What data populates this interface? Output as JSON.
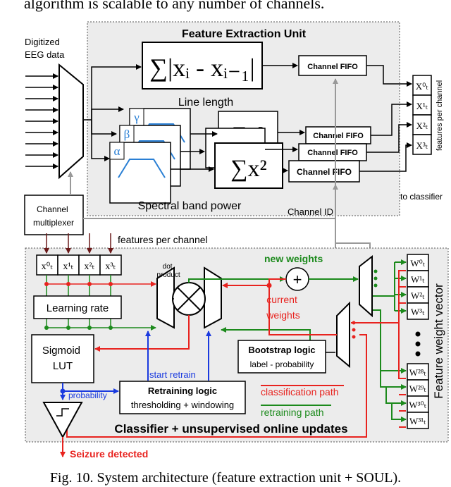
{
  "top_caption": "algorithm is scalable to any number of channels.",
  "figure_caption": "Fig. 10. System architecture (feature extraction unit + SOUL).",
  "inputs": {
    "digitized_label": [
      "Digitized",
      "EEG data"
    ],
    "mux_label": [
      "Channel",
      "multiplexer"
    ]
  },
  "feature_unit": {
    "title": "Feature Extraction Unit",
    "line_length_formula": "∑|xᵢ - xᵢ₋₁|",
    "line_length_label": "Line length",
    "band_labels": [
      "γ",
      "β",
      "α"
    ],
    "power_formula": "∑x²",
    "spectral_label": "Spectral band power",
    "fifo_label": "Channel FIFO",
    "features_per_channel_vertical": "features per channel",
    "to_classifier": "to classifier",
    "channel_id": "Channel ID"
  },
  "feature_outputs": [
    "X⁰ₜ",
    "X¹ₜ",
    "X²ₜ",
    "X³ₜ"
  ],
  "classifier": {
    "features_per_channel": "features per channel",
    "input_features": [
      "x⁰ₜ",
      "x¹ₜ",
      "x²ₜ",
      "x³ₜ"
    ],
    "learning_rate": "Learning rate",
    "sigmoid": [
      "Sigmoid",
      "LUT"
    ],
    "dot_product": [
      "dot",
      "product"
    ],
    "new_weights": "new weights",
    "current_weights": [
      "current",
      "weights"
    ],
    "bootstrap_title": "Bootstrap logic",
    "bootstrap_sub": "label - probability",
    "start_retrain": "start retrain",
    "probability": "probability",
    "retraining_title": "Retraining logic",
    "retraining_sub": "thresholding + windowing",
    "classification_path": "classification path",
    "retraining_path": "retraining path",
    "title": "Classifier + unsupervised online updates",
    "seizure_detected": "Seizure detected",
    "weight_vector_label": "Feature weight vector",
    "weights_top": [
      "W⁰ₜ",
      "W¹ₜ",
      "W²ₜ",
      "W³ₜ"
    ],
    "weights_bottom": [
      "W²⁸ₜ",
      "W²⁹ₜ",
      "W³⁰ₜ",
      "W³¹ₜ"
    ]
  },
  "colors": {
    "classification_path": "#e8231f",
    "retraining_path": "#1c8a1c",
    "probability": "#1a3adf",
    "dark_red": "#6b1a1a",
    "band_curve": "#2a7fd4",
    "panel_fill": "#ececec"
  }
}
